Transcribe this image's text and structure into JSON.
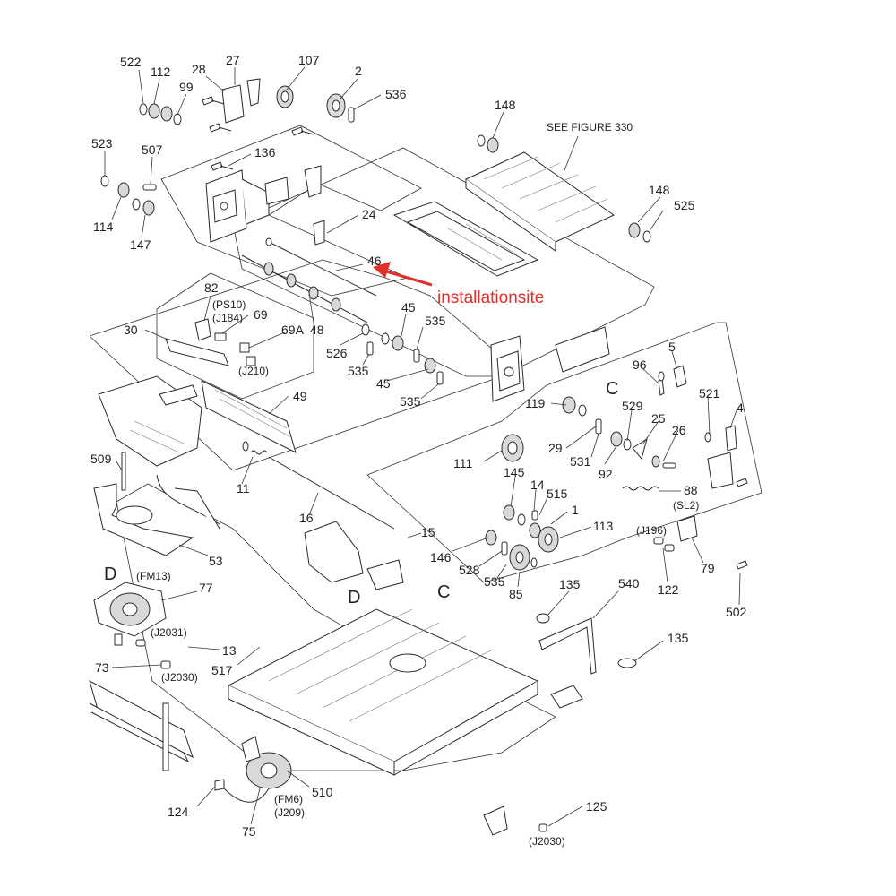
{
  "colors": {
    "annotation": "#e0302a",
    "line": "#2a2a2a",
    "background": "#ffffff"
  },
  "annotation": {
    "text": "installationsite"
  },
  "notes": {
    "see_figure": "SEE FIGURE 330",
    "ps10": "(PS10)",
    "j184": "(J184)",
    "j210": "(J210)",
    "fm13": "(FM13)",
    "j2031": "(J2031)",
    "j2030_a": "(J2030)",
    "j2030_b": "(J2030)",
    "j196": "(J196)",
    "sl2": "(SL2)",
    "fm6": "(FM6)",
    "j209": "(J209)"
  },
  "section_letters": {
    "c_right": "C",
    "c_bottom": "C",
    "d_left": "D",
    "d_middle": "D"
  },
  "callouts": {
    "n522": "522",
    "n112": "112",
    "n28": "28",
    "n27": "27",
    "n107": "107",
    "n2": "2",
    "n536": "536",
    "n99": "99",
    "n523": "523",
    "n507": "507",
    "n136": "136",
    "n114": "114",
    "n147": "147",
    "n148a": "148",
    "n148b": "148",
    "n525": "525",
    "n24": "24",
    "n46": "46",
    "n82": "82",
    "n69": "69",
    "n69a": "69A",
    "n30": "30",
    "n48": "48",
    "n45a": "45",
    "n535a": "535",
    "n526": "526",
    "n535b": "535",
    "n45b": "45",
    "n535c": "535",
    "n49": "49",
    "n5": "5",
    "n96": "96",
    "n521": "521",
    "n4": "4",
    "n119": "119",
    "n529": "529",
    "n25": "25",
    "n26": "26",
    "n29": "29",
    "n111": "111",
    "n531": "531",
    "n92": "92",
    "n145": "145",
    "n14": "14",
    "n515": "515",
    "n88": "88",
    "n509": "509",
    "n11": "11",
    "n16": "16",
    "n15": "15",
    "n1": "1",
    "n113": "113",
    "n146": "146",
    "n528": "528",
    "n535d": "535",
    "n85": "85",
    "n79": "79",
    "n122": "122",
    "n502": "502",
    "n53": "53",
    "n77": "77",
    "n13": "13",
    "n517": "517",
    "n73": "73",
    "n135a": "135",
    "n540": "540",
    "n135b": "135",
    "n124": "124",
    "n510": "510",
    "n75": "75",
    "n125": "125"
  }
}
